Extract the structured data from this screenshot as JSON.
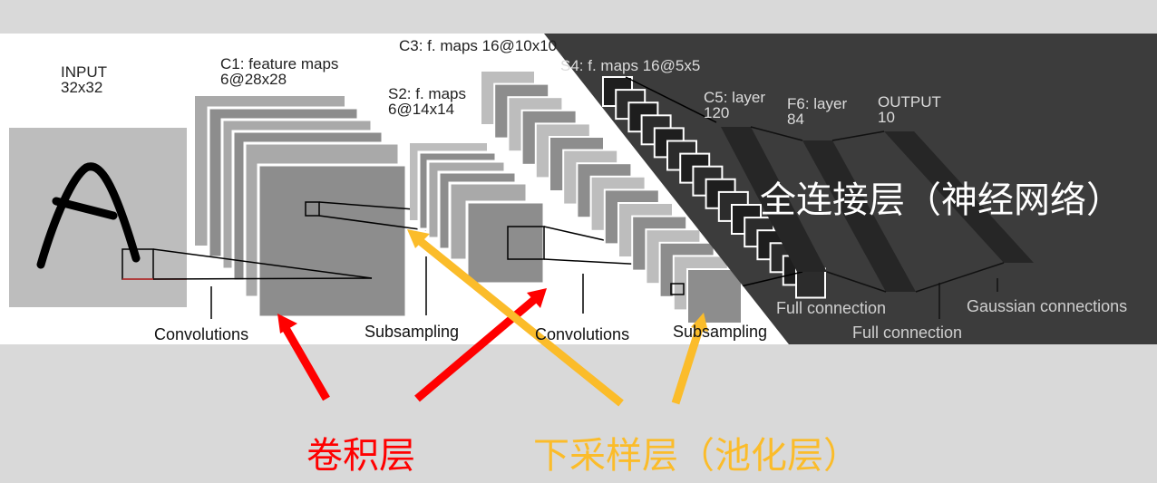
{
  "labels": {
    "input": "INPUT\n32x32",
    "c1": "C1: feature maps\n6@28x28",
    "s2": "S2: f. maps\n6@14x14",
    "c3": "C3: f. maps 16@10x10",
    "s4": "S4: f. maps 16@5x5",
    "c5": "C5: layer\n120",
    "f6": "F6: layer\n84",
    "output": "OUTPUT\n10"
  },
  "bottom_labels": {
    "conv1": "Convolutions",
    "sub1": "Subsampling",
    "conv2": "Convolutions",
    "sub2": "Subsampling",
    "full1": "Full connection",
    "full2": "Full connection",
    "gauss": "Gaussian connections"
  },
  "annotations": {
    "fully_connected": "全连接层（神经网络）",
    "conv_layer": "卷积层",
    "pooling_layer": "下采样层（池化层）"
  },
  "colors": {
    "background": "#d9d9d9",
    "diagram_bg": "#ffffff",
    "dark_overlay": "#3c3c3c",
    "conv_arrow": "#ff0000",
    "pool_arrow": "#fbbc2a",
    "white_text": "#ffffff"
  }
}
